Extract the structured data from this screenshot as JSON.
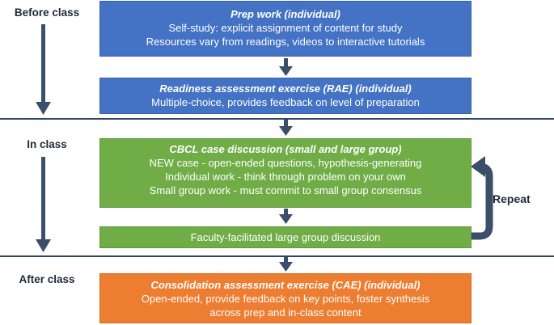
{
  "phases": {
    "before": "Before class",
    "in": "In class",
    "after": "After class"
  },
  "boxes": {
    "prep": {
      "title": "Prep work (individual)",
      "lines": [
        "Self-study: explicit assignment of content for study",
        "Resources vary from readings, videos to interactive tutorials"
      ]
    },
    "rae": {
      "title": "Readiness assessment exercise (RAE) (individual)",
      "lines": [
        "Multiple-choice, provides feedback on level of preparation"
      ]
    },
    "cbcl": {
      "title": "CBCL case discussion (small and large group)",
      "lines": [
        "NEW case - open-ended questions, hypothesis-generating",
        "Individual work - think through problem on your own",
        "Small group work - must commit to small group consensus"
      ]
    },
    "faculty": {
      "lines": [
        "Faculty-facilitated large group discussion"
      ]
    },
    "cae": {
      "title": "Consolidation assessment exercise (CAE) (individual)",
      "lines": [
        "Open-ended, provide feedback on key points, foster synthesis",
        "across prep and in-class content"
      ]
    }
  },
  "repeat_label": "Repeat",
  "colors": {
    "blue": "#4472c4",
    "green": "#70ad47",
    "orange": "#ed7d31",
    "arrow": "#3b4f6b"
  }
}
